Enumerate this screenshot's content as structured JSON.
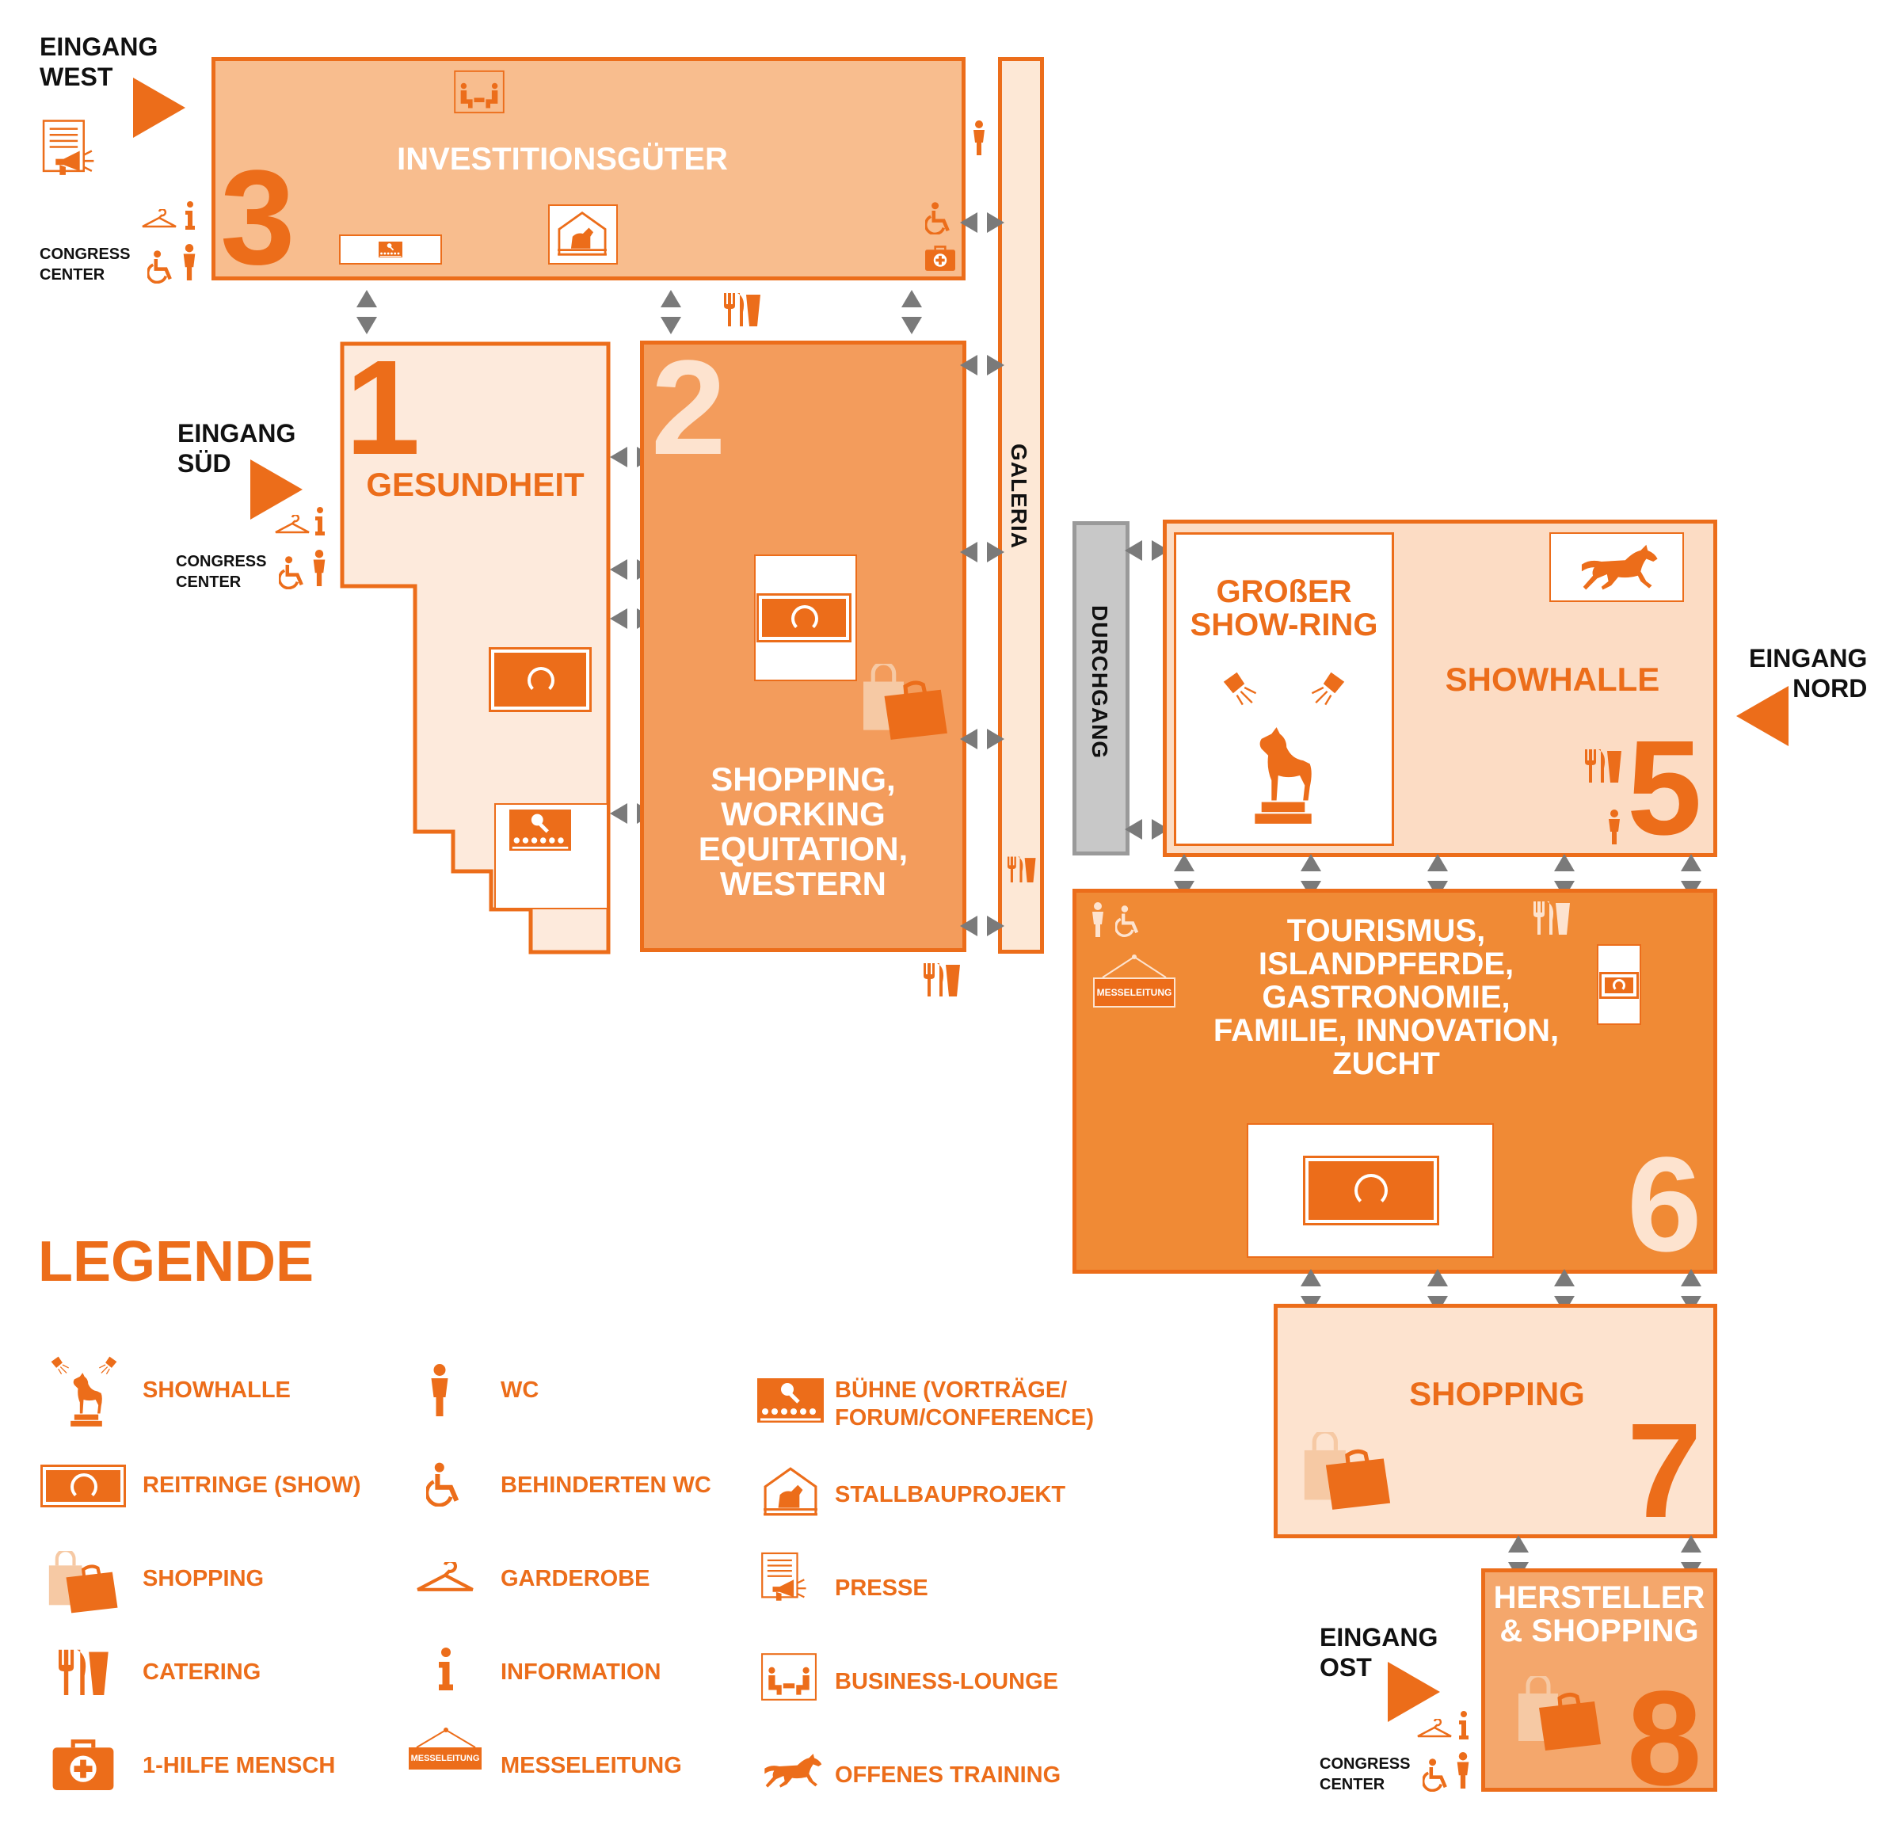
{
  "halls": {
    "h3": {
      "number": "3",
      "title": "INVESTITIONSGÜTER"
    },
    "h1": {
      "number": "1",
      "title": "GESUNDHEIT"
    },
    "h2": {
      "number": "2",
      "title": "SHOPPING,\nWORKING\nEQUITATION,\nWESTERN"
    },
    "h5": {
      "number": "5",
      "ring_title": "GROßER\nSHOW-RING",
      "title": "SHOWHALLE"
    },
    "h6": {
      "number": "6",
      "title": "TOURISMUS,\nISLANDPFERDE,\nGASTRONOMIE,\nFAMILIE, INNOVATION,\nZUCHT"
    },
    "h7": {
      "number": "7",
      "title": "SHOPPING"
    },
    "h8": {
      "number": "8",
      "title": "HERSTELLER\n& SHOPPING"
    }
  },
  "corridors": {
    "galeria": "GALERIA",
    "durchgang": "DURCHGANG"
  },
  "entrances": {
    "west": "EINGANG\nWEST",
    "sued": "EINGANG\nSÜD",
    "nord": "EINGANG\nNORD",
    "ost": "EINGANG\nOST"
  },
  "congress_center": "CONGRESS\nCENTER",
  "messeleitung_sign": "MESSELEITUNG",
  "legend": {
    "title": "LEGENDE",
    "col1": [
      "SHOWHALLE",
      "REITRINGE (SHOW)",
      "SHOPPING",
      "CATERING",
      "1-HILFE MENSCH"
    ],
    "col2": [
      "WC",
      "BEHINDERTEN WC",
      "GARDEROBE",
      "INFORMATION",
      "MESSELEITUNG"
    ],
    "col3": [
      "BÜHNE (VORTRÄGE/\nFORUM/CONFERENCE)",
      "STALLBAUPROJEKT",
      "PRESSE",
      "BUSINESS-LOUNGE",
      "OFFENES TRAINING"
    ]
  },
  "icons": [
    "showhalle-icon",
    "reitring-icon",
    "shopping-icon",
    "catering-icon",
    "first-aid-icon",
    "wc-icon",
    "wheelchair-icon",
    "garderobe-icon",
    "info-icon",
    "messeleitung-icon",
    "stage-icon",
    "stallbau-icon",
    "presse-icon",
    "business-lounge-icon",
    "horse-icon"
  ],
  "colors": {
    "accent": "#ec6d1a",
    "hall3": "#f8bd8e",
    "hall1": "#fdeadc",
    "hall2": "#f39c5c",
    "hall5": "#fcdcc4",
    "hall6": "#f08a35",
    "hall7": "#fde3cf",
    "hall8": "#f4a76c",
    "durchgang": "#c8c8c8",
    "arrows": "#7a7a7a"
  }
}
